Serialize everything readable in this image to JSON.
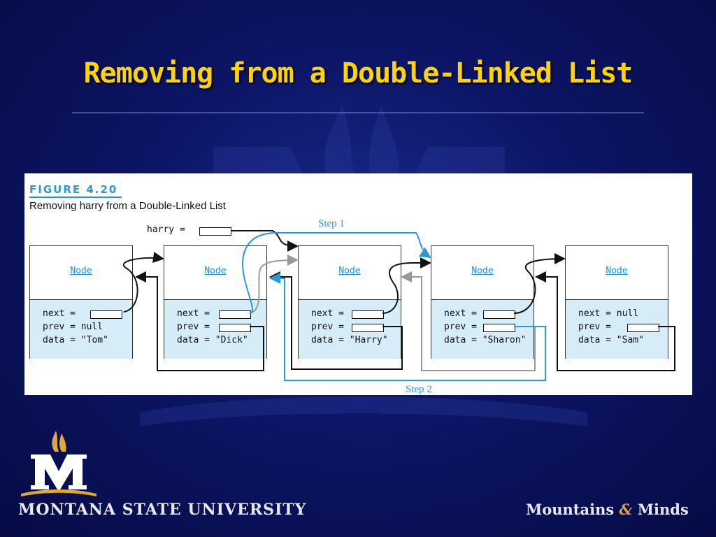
{
  "slide": {
    "title": "Removing from a Double-Linked List"
  },
  "figure": {
    "label": "FIGURE 4.20",
    "caption": "Removing harry from a Double-Linked List",
    "variable": "harry =",
    "step1": "Step 1",
    "step2": "Step 2",
    "nodes": [
      {
        "type": "Node",
        "next": "next =",
        "prev": "prev = null",
        "data": "data = \"Tom\""
      },
      {
        "type": "Node",
        "next": "next =",
        "prev": "prev =",
        "data": "data = \"Dick\""
      },
      {
        "type": "Node",
        "next": "next =",
        "prev": "prev =",
        "data": "data = \"Harry\""
      },
      {
        "type": "Node",
        "next": "next =",
        "prev": "prev =",
        "data": "data = \"Sharon\""
      },
      {
        "type": "Node",
        "next": "next = null",
        "prev": "prev =",
        "data": "data = \"Sam\""
      }
    ]
  },
  "footer": {
    "university": "MONTANA STATE UNIVERSITY",
    "tagline_part1": "Mountains ",
    "tagline_amp": "&",
    "tagline_part2": " Minds",
    "logo_letter": "M"
  },
  "colors": {
    "title": "#ffd400",
    "accent_blue": "#2a9ad6",
    "field_bg": "#d6ecf7"
  }
}
